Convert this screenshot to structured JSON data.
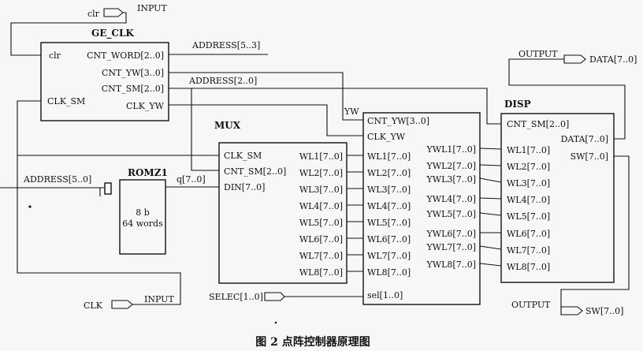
{
  "caption": "图 2   点阵控制器原理图",
  "ports": {
    "clr": "clr",
    "clr_type": "INPUT",
    "clk": "CLK",
    "clk_type": "INPUT",
    "selec": "SELEC[1..0]",
    "data": "DATA[7..0]",
    "data_type": "OUTPUT",
    "sw": "SW[7..0]",
    "sw_type": "OUTPUT"
  },
  "nets": {
    "address_53": "ADDRESS[5..3]",
    "address_20": "ADDRESS[2..0]",
    "address_50": "ADDRESS[5..0]",
    "yw": "YW",
    "q": "q[7..0]"
  },
  "blocks": {
    "ge_clk": {
      "title": "GE_CLK",
      "clr": "clr",
      "clk_sm": "CLK_SM",
      "outputs": [
        "CNT_WORD[2..0]",
        "CNT_YW[3..0]",
        "CNT_SM[2..0]",
        "CLK_YW"
      ]
    },
    "romz": {
      "title": "ROMZ1",
      "line1": "8 b",
      "line2": "64 words"
    },
    "mux": {
      "title": "MUX",
      "inputs": [
        "CLK_SM",
        "CNT_SM[2..0]",
        "DIN[7..0]"
      ],
      "outputs": [
        "WL1[7..0]",
        "WL2[7..0]",
        "WL3[7..0]",
        "WL4[7..0]",
        "WL5[7..0]",
        "WL6[7..0]",
        "WL7[7..0]",
        "WL8[7..0]"
      ]
    },
    "yw": {
      "cnt": "CNT_YW[3..0]",
      "clk": "CLK_YW",
      "inputs": [
        "WL1[7..0]",
        "WL2[7..0]",
        "WL3[7..0]",
        "WL4[7..0]",
        "WL5[7..0]",
        "WL6[7..0]",
        "WL7[7..0]",
        "WL8[7..0]"
      ],
      "outputs": [
        "YWL1[7..0]",
        "YWL2[7..0]",
        "YWL3[7..0]",
        "YWL4[7..0]",
        "YWL5[7..0]",
        "YWL6[7..0]",
        "YWL7[7..0]",
        "YWL8[7..0]"
      ],
      "sel": "sel[1..0]"
    },
    "disp": {
      "title": "DISP",
      "cnt": "CNT_SM[2..0]",
      "data": "DATA[7..0]",
      "sw": "SW[7..0]",
      "inputs": [
        "WL1[7..0]",
        "WL2[7..0]",
        "WL3[7..0]",
        "WL4[7..0]",
        "WL5[7..0]",
        "WL6[7..0]",
        "WL7[7..0]",
        "WL8[7..0]"
      ]
    }
  }
}
